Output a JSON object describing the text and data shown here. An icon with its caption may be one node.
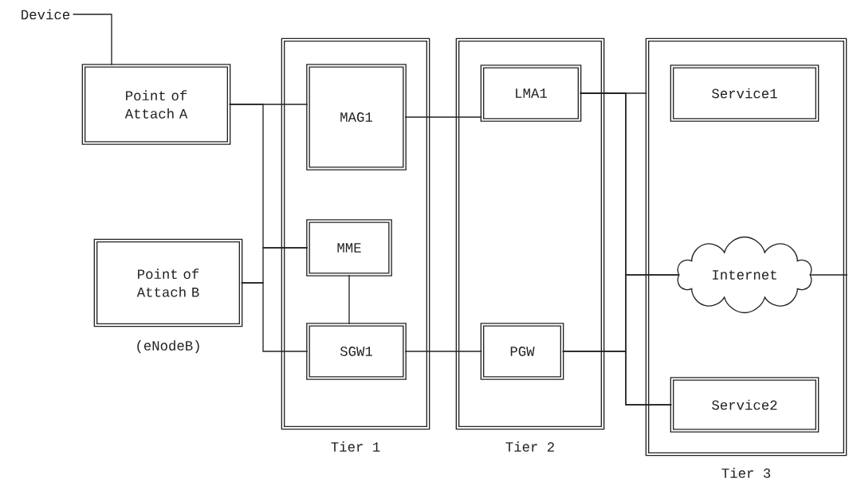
{
  "diagram": {
    "nodes": [
      {
        "text": [
          "Device"
        ]
      },
      {
        "text": [
          "Point of Attach A"
        ]
      },
      {
        "text": [
          "Point of Attach B"
        ],
        "beside": [
          "(eNodeB)"
        ]
      },
      {
        "text": [
          "Tier 1"
        ]
      },
      {
        "text": [
          "MAG1"
        ],
        "in": 3
      },
      {
        "text": [
          "MME"
        ],
        "in": 3
      },
      {
        "text": [
          "SGW1"
        ],
        "in": 3
      },
      {
        "text": [
          "Tier 2"
        ]
      },
      {
        "text": [
          "LMA1"
        ],
        "in": 7
      },
      {
        "text": [
          "PGW"
        ],
        "in": 7
      },
      {
        "text": [
          "Tier 3"
        ]
      },
      {
        "text": [
          "Service1"
        ],
        "in": 10
      },
      {
        "text": [
          "Internet"
        ],
        "in": 10
      },
      {
        "text": [
          "Service2"
        ],
        "in": 10
      }
    ],
    "edges": [
      {
        "from": 0,
        "to": 1,
        "arrow": "none"
      },
      {
        "from": 1,
        "to": 4,
        "arrow": "none"
      },
      {
        "from": 1,
        "to": 5,
        "arrow": "none"
      },
      {
        "from": 2,
        "to": 5,
        "arrow": "none"
      },
      {
        "from": 2,
        "to": 6,
        "arrow": "none"
      },
      {
        "from": 5,
        "to": 6,
        "arrow": "none"
      },
      {
        "from": 4,
        "to": 8,
        "arrow": "none"
      },
      {
        "from": 6,
        "to": 9,
        "arrow": "none"
      },
      {
        "from": 8,
        "to": 10,
        "arrow": "none"
      },
      {
        "from": 8,
        "to": 12,
        "arrow": "none"
      },
      {
        "from": 8,
        "to": 13,
        "arrow": "none"
      },
      {
        "from": 9,
        "to": 12,
        "arrow": "none"
      },
      {
        "from": 9,
        "to": 13,
        "arrow": "none"
      },
      {
        "from": 12,
        "to": null,
        "arrow": "none"
      }
    ]
  }
}
